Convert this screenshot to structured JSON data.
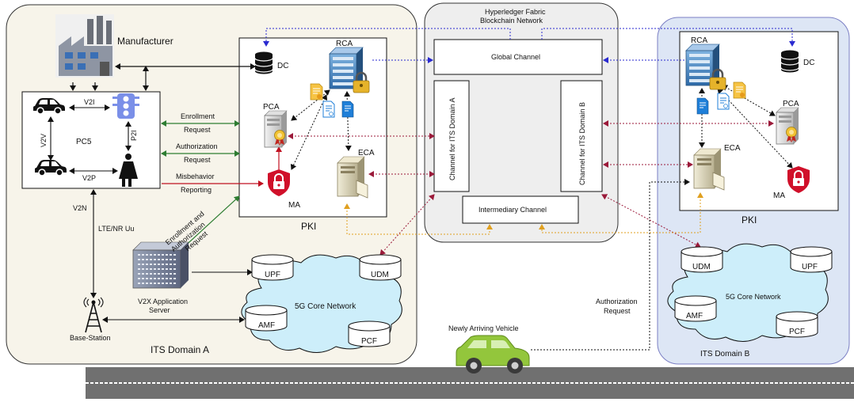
{
  "colors": {
    "domain_a_fill": "#f7f4ea",
    "domain_b_fill": "#dde6f5",
    "blockchain_fill": "#eeeeee",
    "cloud_fill": "#cdeefa",
    "red_link": "#9b1a3a",
    "blue_link": "#2a2ad0",
    "green_link": "#2e7d32",
    "orange_link": "#e0a020",
    "ma_red": "#d0102a",
    "road": "#707070",
    "car_green": "#93c63c"
  },
  "domain_a": {
    "title": "ITS Domain A",
    "manufacturer": "Manufacturer",
    "pc5": "PC5",
    "v2i": "V2I",
    "v2v": "V2V",
    "v2p": "V2P",
    "p2i": "P2I",
    "v2n": "V2N",
    "lte": "LTE/NR Uu",
    "base_station": "Base-Station",
    "v2x_server": [
      "V2X Application",
      "Server"
    ],
    "enrollment_request": [
      "Enrollment",
      "Request"
    ],
    "authorization_request": [
      "Authorization",
      "Request"
    ],
    "misbehavior_reporting": [
      "Misbehavior",
      "Reporting"
    ],
    "enroll_auth_request": [
      "Enrollment and",
      "Authorization",
      "Request"
    ],
    "pki": {
      "title": "PKI",
      "dc": "DC",
      "rca": "RCA",
      "pca": "PCA",
      "eca": "ECA",
      "ma": "MA"
    },
    "core": {
      "title": "5G Core Network",
      "upf": "UPF",
      "udm": "UDM",
      "amf": "AMF",
      "pcf": "PCF"
    }
  },
  "blockchain": {
    "title": [
      "Hyperledger Fabric",
      "Blockchain Network"
    ],
    "global_channel": "Global Channel",
    "channel_a": "Channel for ITS Domain A",
    "channel_b": "Channel for ITS Domain B",
    "intermediary": "Intermediary Channel"
  },
  "domain_b": {
    "title": "ITS Domain B",
    "pki": {
      "title": "PKI",
      "rca": "RCA",
      "dc": "DC",
      "pca": "PCA",
      "eca": "ECA",
      "ma": "MA"
    },
    "core": {
      "title": "5G Core Network",
      "udm": "UDM",
      "upf": "UPF",
      "amf": "AMF",
      "pcf": "PCF"
    }
  },
  "vehicle": {
    "label": "Newly Arriving Vehicle",
    "authorization_request": [
      "Authorization",
      "Request"
    ]
  }
}
